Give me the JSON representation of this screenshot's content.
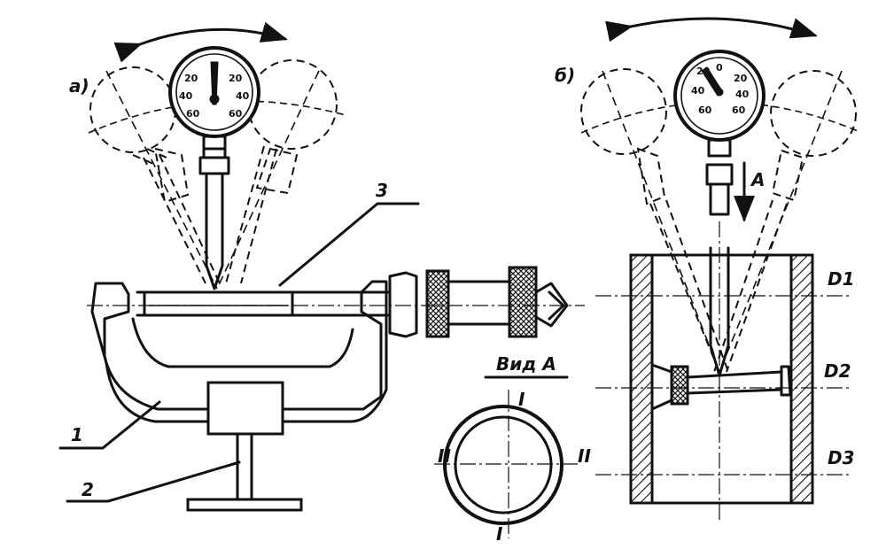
{
  "labels": {
    "a": "а)",
    "b": "б)",
    "part1": "1",
    "part2": "2",
    "part3": "3",
    "arrowA": "A",
    "view": "Вид A",
    "roman1_top": "I",
    "roman1_bottom": "I",
    "roman2_left": "II",
    "roman2_right": "II",
    "d1": "D1",
    "d2": "D2",
    "d3": "D3"
  },
  "gauge_a": {
    "scale": [
      "20",
      "20",
      "40",
      "40",
      "60",
      "60"
    ]
  },
  "gauge_b": {
    "scale": [
      "20",
      "0",
      "20",
      "40",
      "40",
      "60",
      "60"
    ]
  }
}
